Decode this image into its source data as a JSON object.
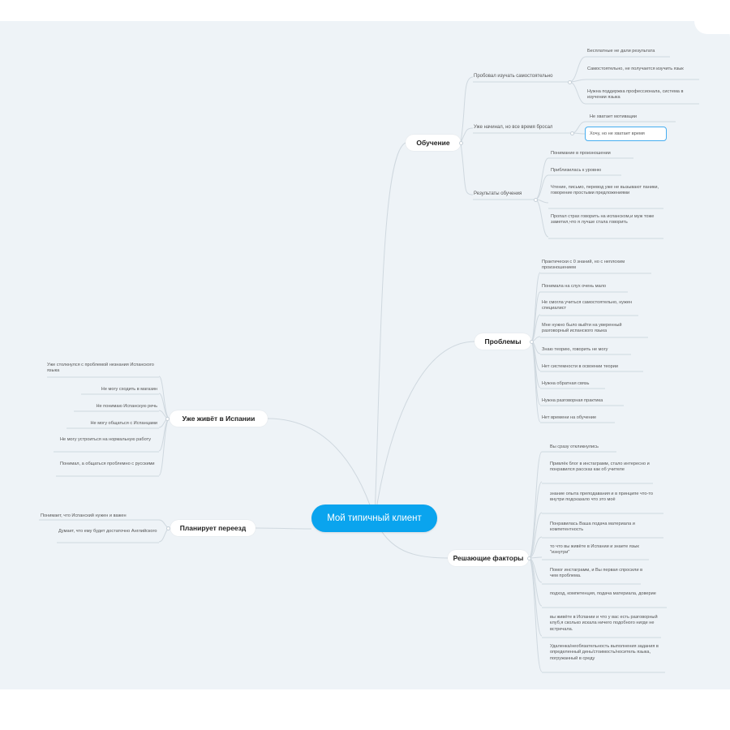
{
  "root": "Мой типичный клиент",
  "branches": {
    "learning": {
      "label": "Обучение",
      "groups": [
        {
          "label": "Пробовал изучать самостоятельно",
          "items": [
            "Бесплатные не дали результата",
            "Самостоятельно, не получается изучить язык",
            "Нужна поддержка профессионала, система в изучении языка"
          ]
        },
        {
          "label": "Уже начинал, но все время бросал",
          "items": [
            "Не хватает мотивации",
            "Хочу, но не хватает время"
          ]
        },
        {
          "label": "Результаты обучения",
          "items": [
            "Понимание в произношении",
            "Приблизилась к уровню",
            "Чтение, письмо, перевод уже не вызывают паники, говорение простыми предложениями",
            "Пропал страх говорить на испанском,и муж тоже заметил,что я лучше стала говорить"
          ]
        }
      ]
    },
    "problems": {
      "label": "Проблемы",
      "items": [
        "Практически с 0 знаний, но с неплохим произношением",
        "Понимала на слух очень мало",
        "Не смогла учиться самостоятельно, нужен специалист",
        "Мне нужно было выйти на уверенный разговорный испанского языка",
        "Знаю теорию, говорить не могу",
        "Нет системности в освоении теории",
        "Нужна обратная связь",
        "Нужна разговорная практика",
        "Нет времени на обучение"
      ]
    },
    "decisive": {
      "label": "Решающие факторы",
      "items": [
        "Вы сразу откликнулись",
        "Привлёк блог в инстаграмм, стало интересно и понравился рассказ как об учителе",
        "знание опыта преподавания и в принципе что-то внутри подсказало что это моё",
        "Понравилась Ваша подача материала и компетентность",
        "то что вы живёте в Испании и знаете язык \"изнутри\"",
        "Помог инстаграмм, и Вы первая спросили в чем проблема.",
        "подход, компетенция, подача материала, доверие",
        "вы живёте в Испании и что у вас есть разговорный клуб,я сколько искала ничего подобного нигде не встречала.",
        "Удаленка/необязательность выполнения задания в определенный день/стоимость/носитель языка, погружанный в среду"
      ]
    },
    "lives_in_spain": {
      "label": "Уже живёт в Испании",
      "items": [
        "Уже столкнулся с проблемой незнания Испанского языка",
        "Не могу сходить в магазин",
        "Не понимаю Испанскую речь",
        "Не могу общаться с Испанцами",
        "Не могу устроиться на нормальную работу",
        "Понимал, а общаться проблемно с русскими"
      ]
    },
    "plans_move": {
      "label": "Планирует переезд",
      "items": [
        "Понимает, что Испанский нужен и важен",
        "Думает, что ему будет достаточно Английского"
      ]
    }
  }
}
